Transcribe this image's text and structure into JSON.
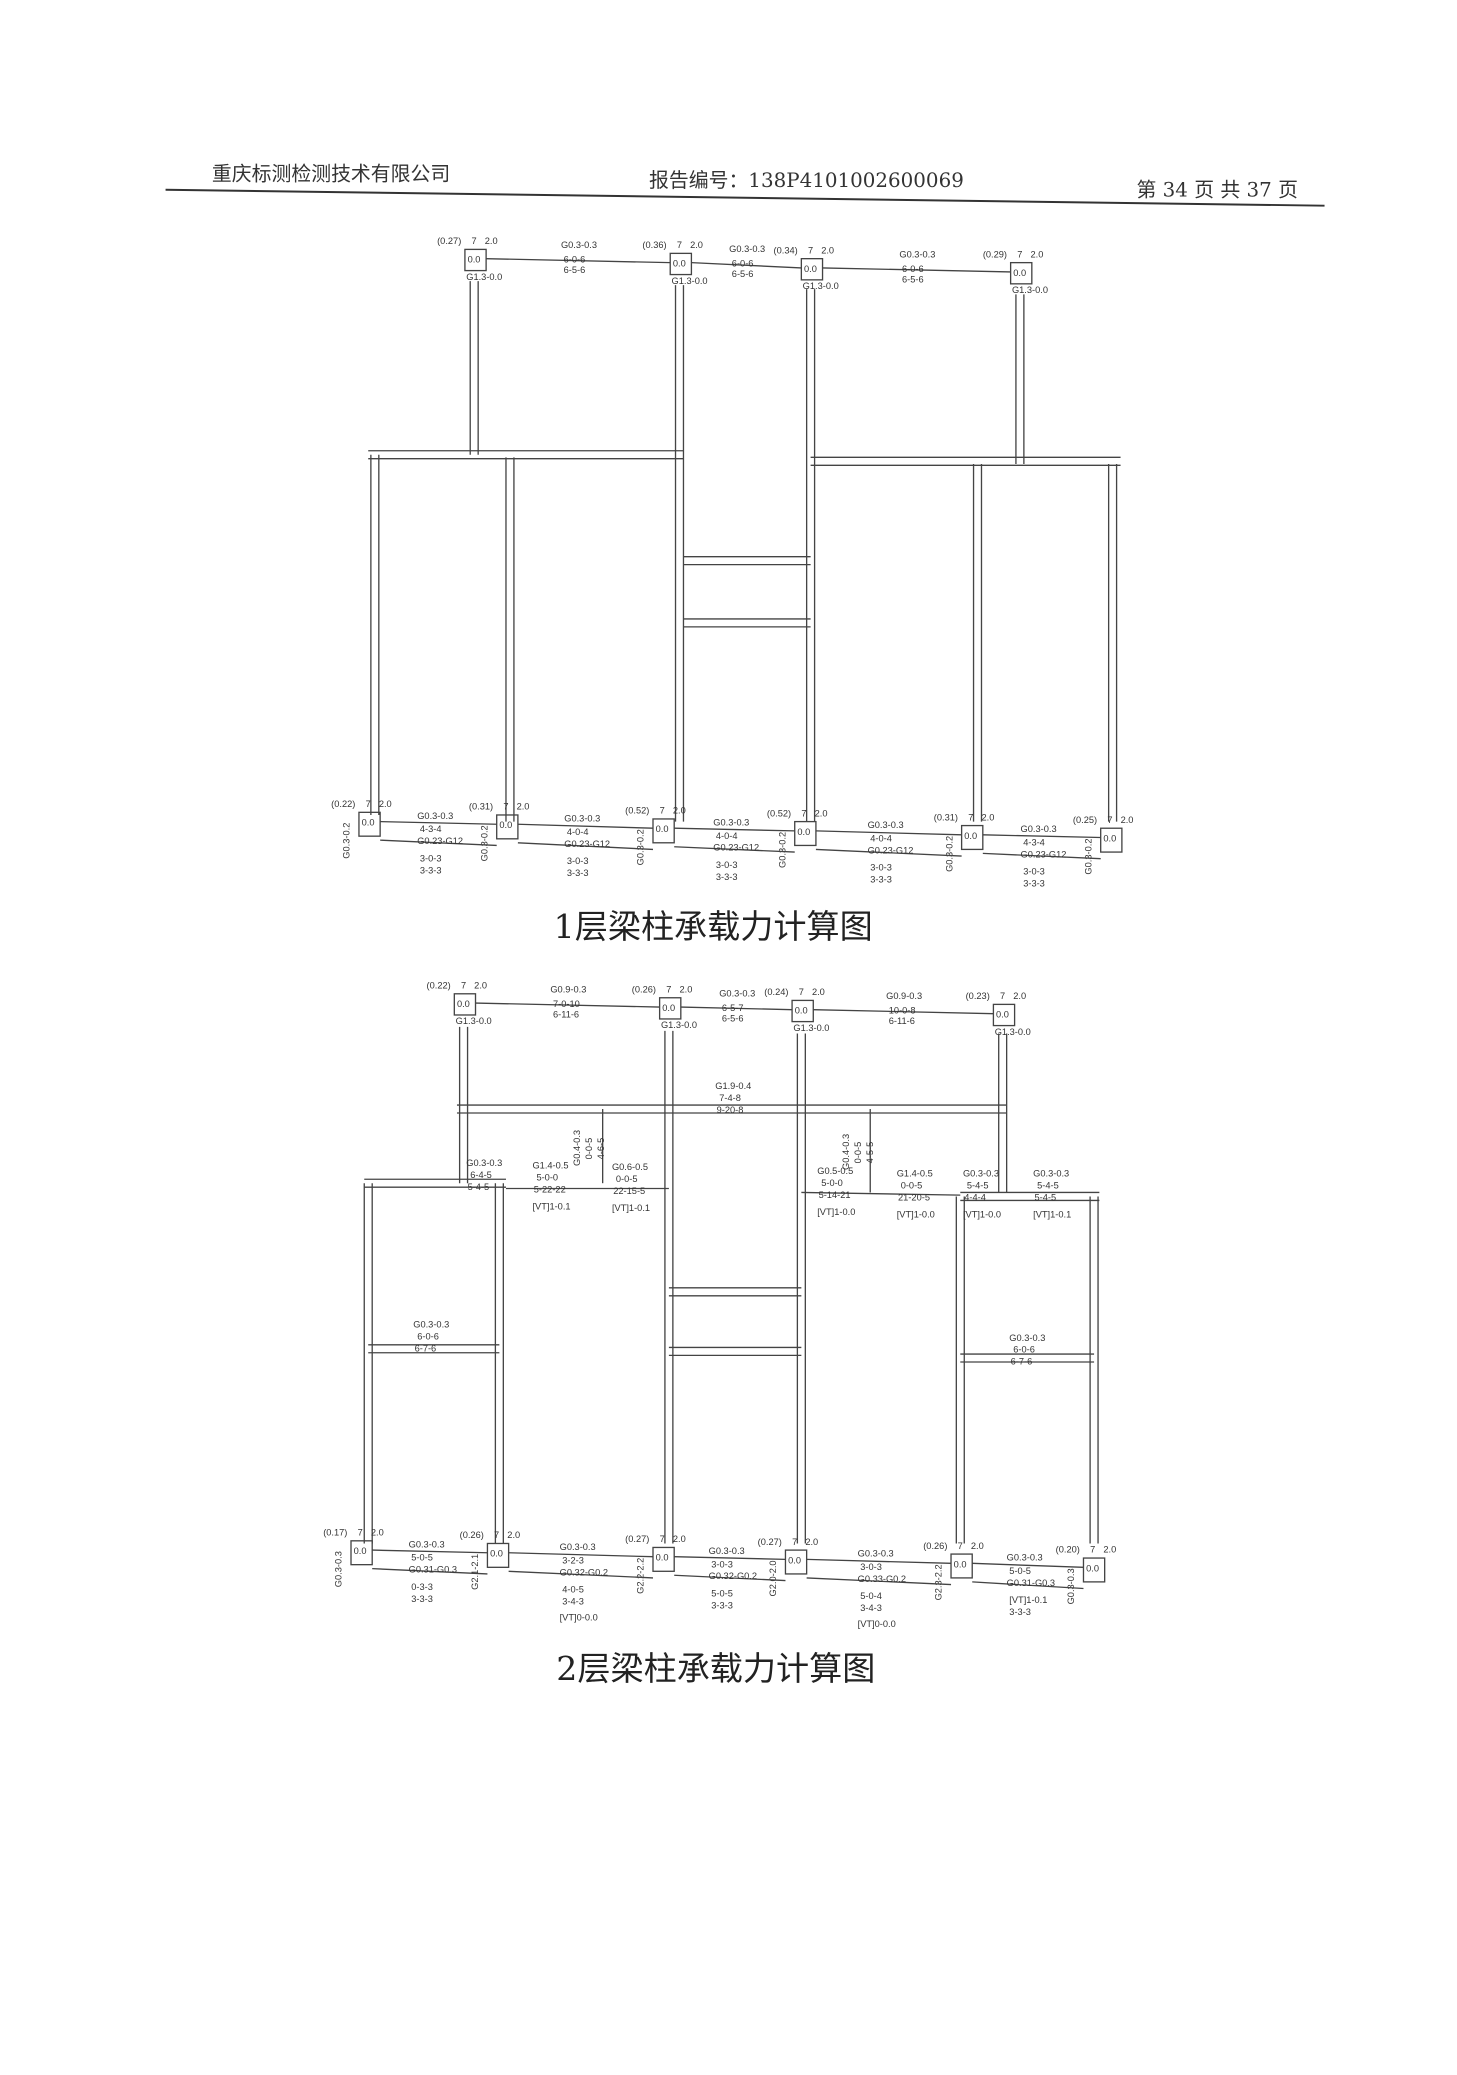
{
  "header": {
    "company": "重庆标测检测技术有限公司",
    "report_no": "报告编号：138P4101002600069",
    "page": "第 34 页 共 37 页"
  },
  "floor1": {
    "caption": "1层梁柱承载力计算图",
    "top_nodes": [
      {
        "ratio": "(0.27)",
        "a": "7",
        "b": "2.0",
        "inner": "0.0",
        "col": "G1.3-0.0"
      },
      {
        "ratio": "(0.36)",
        "a": "7",
        "b": "2.0",
        "inner": "0.0",
        "col": "G1.3-0.0"
      },
      {
        "ratio": "(0.34)",
        "a": "7",
        "b": "2.0",
        "inner": "0.0",
        "col": "G1.3-0.0"
      },
      {
        "ratio": "(0.29)",
        "a": "7",
        "b": "2.0",
        "inner": "0.0",
        "col": "G1.3-0.0"
      }
    ],
    "top_beams": [
      {
        "g": "G0.3-0.3",
        "m": "6-0-6",
        "b": "6-5-6"
      },
      {
        "g": "G0.3-0.3",
        "m": "6-0-6",
        "b": "6-5-6"
      },
      {
        "g": "G0.3-0.3",
        "m": "6-0-6",
        "b": "6-5-6"
      }
    ],
    "bottom_nodes": [
      {
        "ratio": "(0.22)",
        "a": "7",
        "b": "2.0",
        "inner": "0.0",
        "col": "G0.3-0.2"
      },
      {
        "ratio": "(0.31)",
        "a": "7",
        "b": "2.0",
        "inner": "0.0",
        "col": "G0.3-0.2"
      },
      {
        "ratio": "(0.52)",
        "a": "7",
        "b": "2.0",
        "inner": "0.0",
        "col": "G0.3-0.2"
      },
      {
        "ratio": "(0.52)",
        "a": "7",
        "b": "2.0",
        "inner": "0.0",
        "col": "G0.3-0.2"
      },
      {
        "ratio": "(0.31)",
        "a": "7",
        "b": "2.0",
        "inner": "0.0",
        "col": "G0.3-0.2"
      },
      {
        "ratio": "(0.25)",
        "a": "7",
        "b": "2.0",
        "inner": "0.0",
        "col": "G0.3-0.2"
      }
    ],
    "bottom_beams": [
      {
        "g": "G0.3-0.3",
        "m": "4-3-4",
        "s": "G0.23-G12",
        "l1": "3-0-3",
        "l2": "3-3-3"
      },
      {
        "g": "G0.3-0.3",
        "m": "4-0-4",
        "s": "G0.23-G12",
        "l1": "3-0-3",
        "l2": "3-3-3"
      },
      {
        "g": "G0.3-0.3",
        "m": "4-0-4",
        "s": "G0.23-G12",
        "l1": "3-0-3",
        "l2": "3-3-3"
      },
      {
        "g": "G0.3-0.3",
        "m": "4-0-4",
        "s": "G0.23-G12",
        "l1": "3-0-3",
        "l2": "3-3-3"
      },
      {
        "g": "G0.3-0.3",
        "m": "4-3-4",
        "s": "G0.23-G12",
        "l1": "3-0-3",
        "l2": "3-3-3"
      }
    ]
  },
  "floor2": {
    "caption": "2层梁柱承载力计算图",
    "top_nodes": [
      {
        "ratio": "(0.22)",
        "a": "7",
        "b": "2.0",
        "inner": "0.0",
        "col": "G1.3-0.0"
      },
      {
        "ratio": "(0.26)",
        "a": "7",
        "b": "2.0",
        "inner": "0.0",
        "col": "G1.3-0.0"
      },
      {
        "ratio": "(0.24)",
        "a": "7",
        "b": "2.0",
        "inner": "0.0",
        "col": "G1.3-0.0"
      },
      {
        "ratio": "(0.23)",
        "a": "7",
        "b": "2.0",
        "inner": "0.0",
        "col": "G1.3-0.0"
      }
    ],
    "top_beams": [
      {
        "g": "G0.9-0.3",
        "m": "7-0-10",
        "b": "6-11-6"
      },
      {
        "g": "G0.3-0.3",
        "m": "6-5-7",
        "b": "6-5-6"
      },
      {
        "g": "G0.9-0.3",
        "m": "10-0-8",
        "b": "6-11-6"
      }
    ],
    "mid_labels": [
      {
        "g": "G1.9-0.4",
        "m": "7-4-8",
        "b": "9-20-8"
      },
      {
        "g": "G0.3-0.3",
        "m": "6-4-5",
        "b": "5-4-5"
      },
      {
        "g": "G1.4-0.5",
        "m": "5-0-0",
        "b": "5-22-22",
        "v": "[VT]1-0.1"
      },
      {
        "g": "G0.6-0.5",
        "m": "0-0-5",
        "b": "22-15-5",
        "v": "[VT]1-0.1"
      },
      {
        "g": "G0.5-0.5",
        "m": "5-0-0",
        "b": "5-14-21",
        "v": "[VT]1-0.0"
      },
      {
        "g": "G1.4-0.5",
        "m": "0-0-5",
        "b": "21-20-5",
        "v": "[VT]1-0.0"
      },
      {
        "g": "G0.3-0.3",
        "m": "5-4-5",
        "b": "4-4-4",
        "v": "[VT]1-0.0"
      },
      {
        "g": "G0.3-0.3",
        "m": "5-4-5",
        "b": "5-4-5",
        "v": "[VT]1-0.1"
      },
      {
        "g": "G0.3-0.3",
        "m": "6-0-6",
        "b": "6-7-6"
      },
      {
        "g": "G0.3-0.3",
        "m": "6-0-6",
        "b": "6-7-6"
      }
    ],
    "vertical_labels": [
      {
        "g": "G0.4-0.3",
        "m": "0-0-5",
        "b": "4-6-5"
      },
      {
        "g": "G0.4-0.3",
        "m": "0-0-5",
        "b": "4-5-5"
      }
    ],
    "bottom_nodes": [
      {
        "ratio": "(0.17)",
        "a": "7",
        "b": "2.0",
        "inner": "0.0",
        "col": "G0.3-0.3"
      },
      {
        "ratio": "(0.26)",
        "a": "7",
        "b": "2.0",
        "inner": "0.0",
        "col": "G2.1-2.1"
      },
      {
        "ratio": "(0.27)",
        "a": "7",
        "b": "2.0",
        "inner": "0.0",
        "col": "G2.2-2.2"
      },
      {
        "ratio": "(0.27)",
        "a": "7",
        "b": "2.0",
        "inner": "0.0",
        "col": "G2.0-2.0"
      },
      {
        "ratio": "(0.26)",
        "a": "7",
        "b": "2.0",
        "inner": "0.0",
        "col": "G2.3-2.2"
      },
      {
        "ratio": "(0.20)",
        "a": "7",
        "b": "2.0",
        "inner": "0.0",
        "col": "G0.3-0.3"
      }
    ],
    "bottom_beams": [
      {
        "g": "G0.3-0.3",
        "m": "5-0-5",
        "s": "G0.31-G0.3",
        "l1": "0-3-3",
        "l2": "3-3-3",
        "v": ""
      },
      {
        "g": "G0.3-0.3",
        "m": "3-2-3",
        "s": "G0.32-G0.2",
        "l1": "4-0-5",
        "l2": "3-4-3",
        "v": "[VT]0-0.0"
      },
      {
        "g": "G0.3-0.3",
        "m": "3-0-3",
        "s": "G0.32-G0.2",
        "l1": "5-0-5",
        "l2": "3-3-3",
        "v": ""
      },
      {
        "g": "G0.3-0.3",
        "m": "3-0-3",
        "s": "G0.33-G0.2",
        "l1": "5-0-4",
        "l2": "3-4-3",
        "v": "[VT]0-0.0"
      },
      {
        "g": "G0.3-0.3",
        "m": "5-0-5",
        "s": "G0.31-G0.3",
        "l1": "[VT]1-0.1",
        "l2": "3-3-3",
        "v": ""
      }
    ]
  }
}
